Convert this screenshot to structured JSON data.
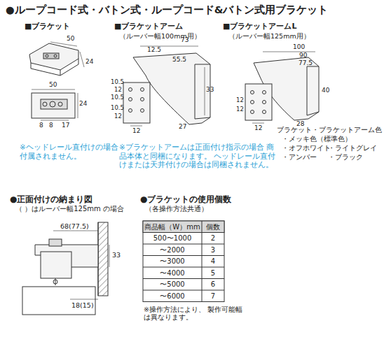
{
  "diagram": {
    "title": "●ループコード式・バトン式・ループコード&バトン式用ブラケット",
    "labels": [
      "■ブラケット",
      "50",
      "24",
      "50",
      "24",
      "8",
      "8",
      "17",
      "※ヘッドレール直付けの場合 付属されません。",
      "■ブラケットアーム",
      "（ルーバー幅100mm用）",
      "12.5",
      "73",
      "55.5",
      "33",
      "27",
      "10.5",
      "12",
      "10.5",
      "10.5",
      "12",
      "12",
      "■ブラケットアームL",
      "（ルーバー幅125mm用）",
      "100",
      "90",
      "77.5",
      "40",
      "28",
      "12",
      "12",
      "12",
      "ブラケット・ブラケットアーム色",
      "・メッキ色（標準色）",
      "・オフホワイト",
      "・ライトグレイ",
      "・アンバー",
      "・ブラック",
      "※ブラケットアームは正面付け指示の場合 商品本体と同梱になります。 ヘッドレール直付けまたは天井付けの場合は同梱されません。",
      "●正面付けの納まり図",
      "（ ）はルーバー幅125mm の場合",
      "68(77.5)",
      "33",
      "18(15)",
      "●ブラケットの使用個数",
      "（各操作方法共通）",
      "商品幅（W）mm",
      "個数",
      "500〜1000",
      "2",
      "〜2000",
      "3",
      "〜3000",
      "4",
      "〜4000",
      "5",
      "〜5000",
      "6",
      "〜6000",
      "7",
      "※操作方法により、 製作可能幅は異なります。"
    ]
  }
}
